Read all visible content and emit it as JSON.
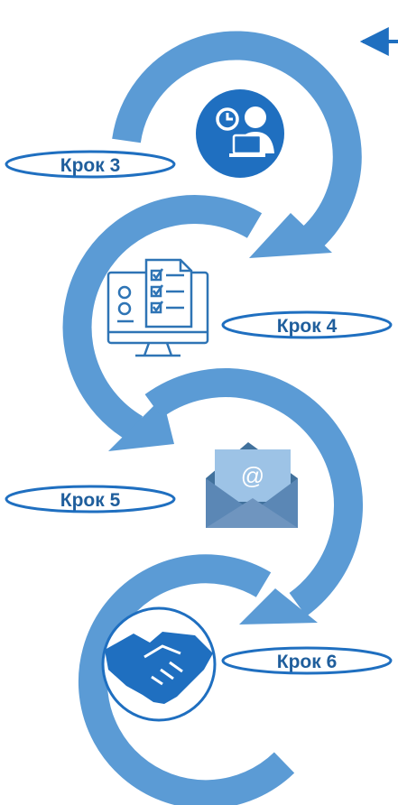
{
  "steps": [
    {
      "label": "Крок 3",
      "icon": "person-laptop-clock-icon"
    },
    {
      "label": "Крок 4",
      "icon": "monitor-checklist-icon"
    },
    {
      "label": "Крок 5",
      "icon": "email-envelope-icon"
    },
    {
      "label": "Крок 6",
      "icon": "handshake-icon"
    }
  ],
  "email_symbol": "@",
  "colors": {
    "ring": "#5b9bd5",
    "ring_dark": "#1f6fc0",
    "label_text": "#1f5e9c",
    "pill_border": "#1f6fc0",
    "icon_stroke": "#2e74b5"
  }
}
